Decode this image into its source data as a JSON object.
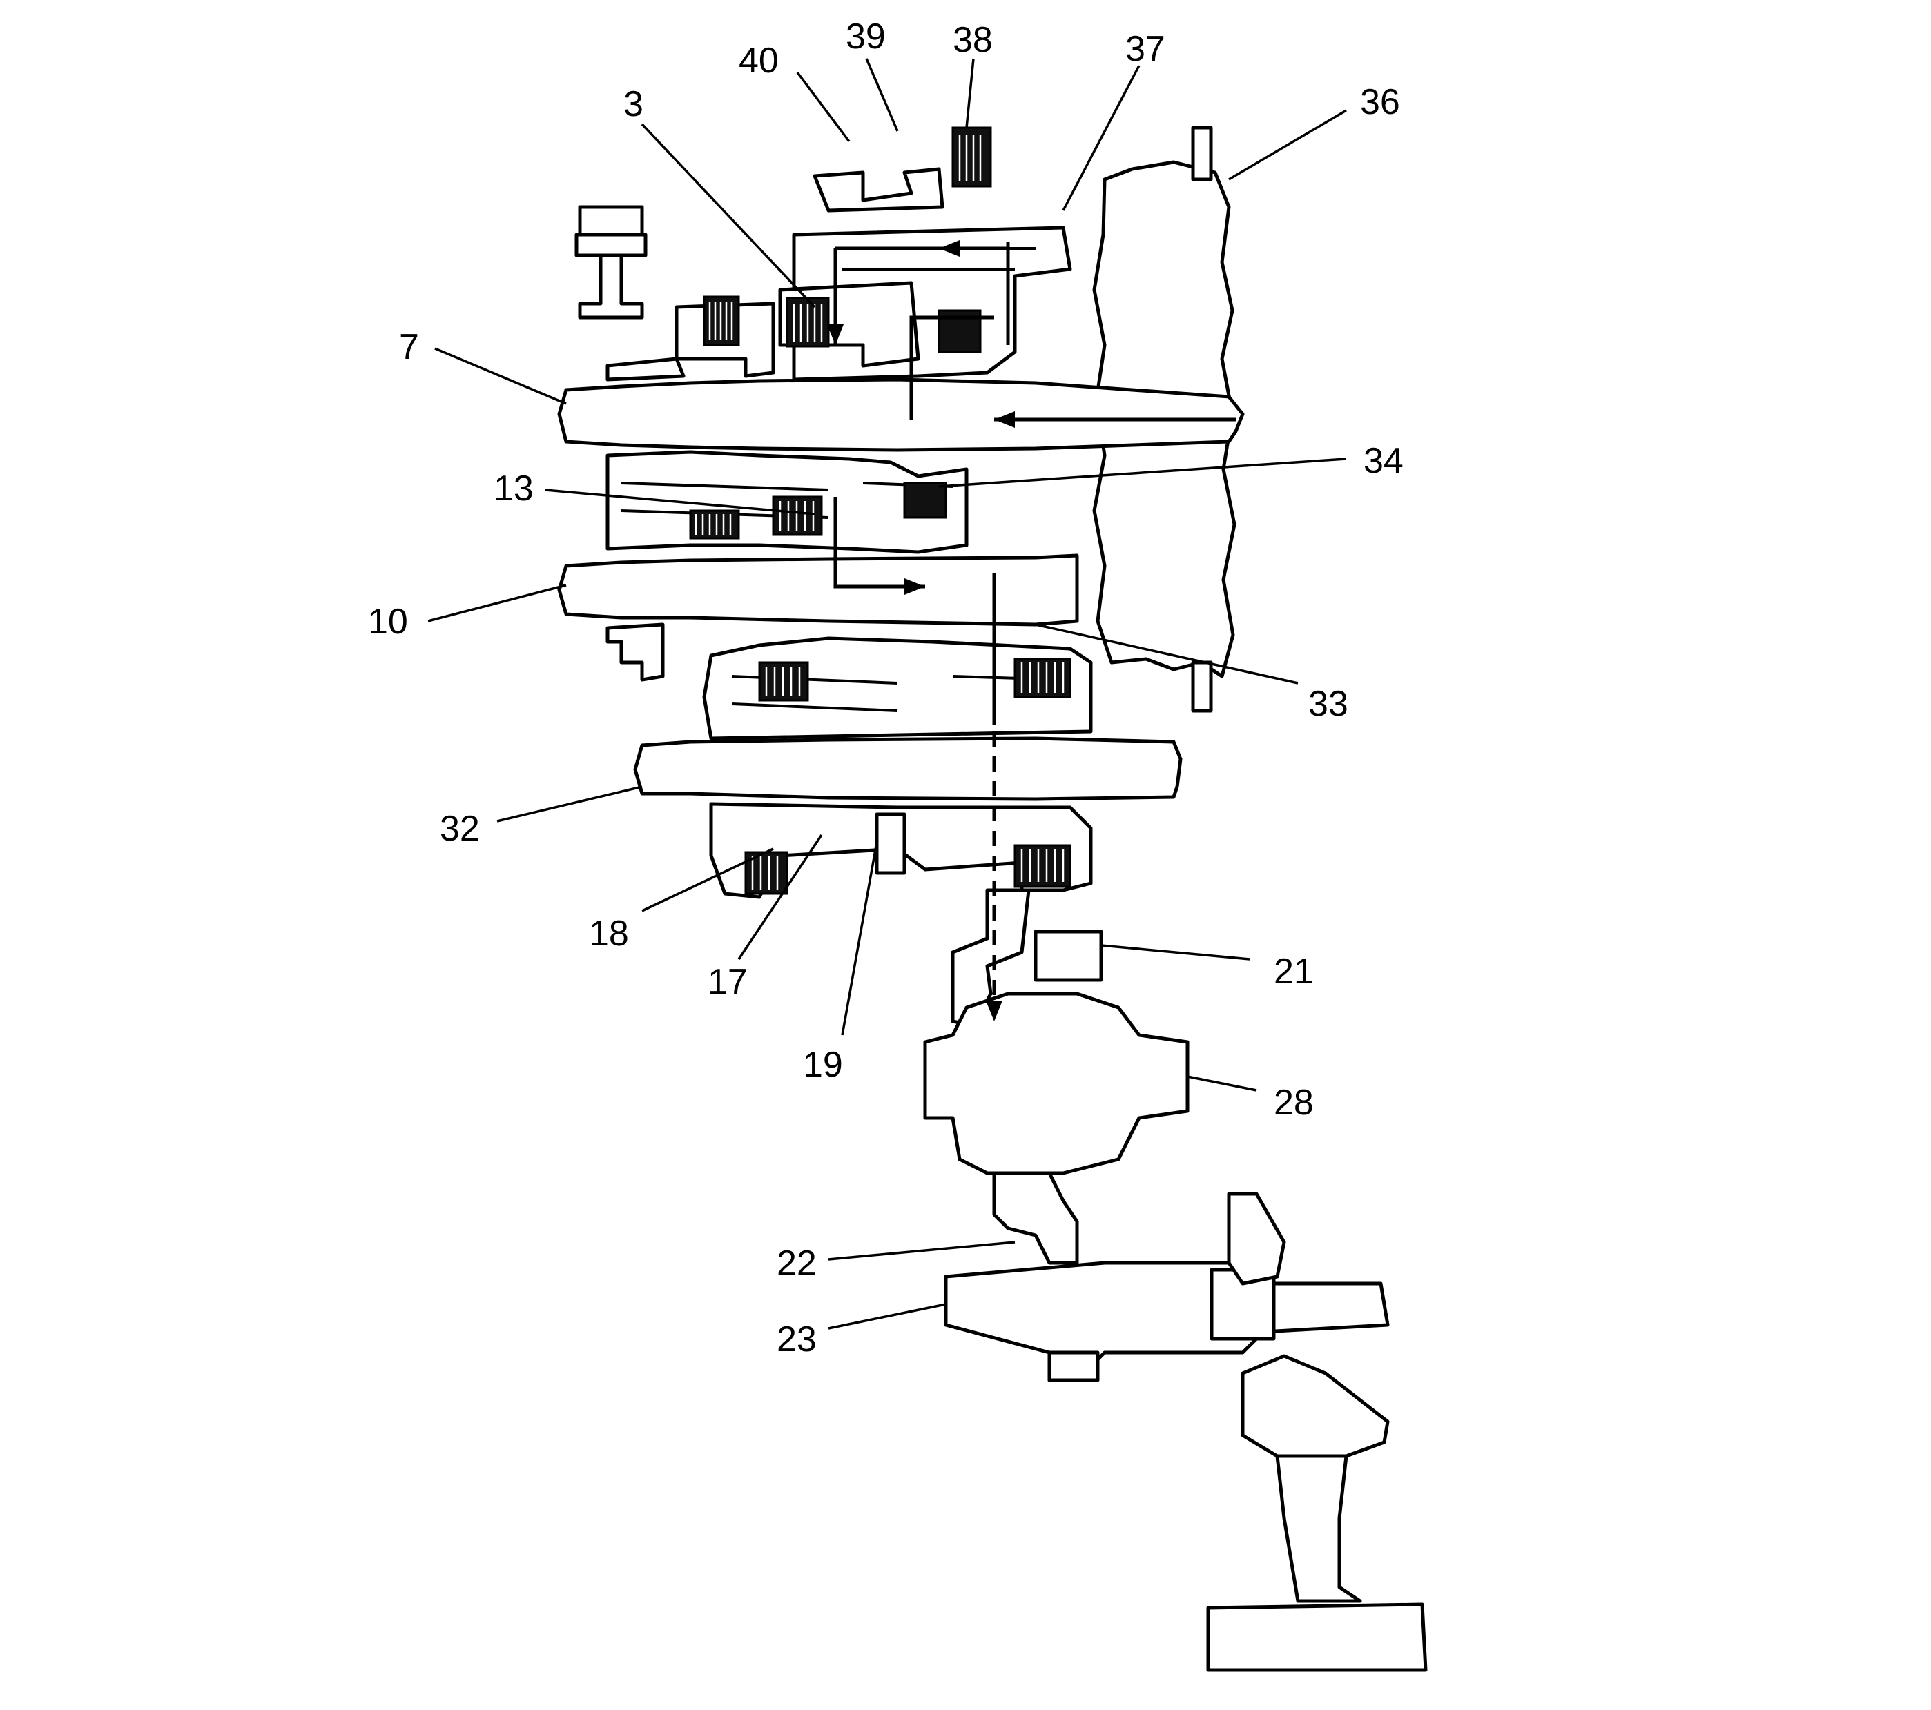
{
  "diagram": {
    "callouts": [
      {
        "id": "c40",
        "text": "40"
      },
      {
        "id": "c39",
        "text": "39"
      },
      {
        "id": "c38",
        "text": "38"
      },
      {
        "id": "c37",
        "text": "37"
      },
      {
        "id": "c36",
        "text": "36"
      },
      {
        "id": "c3",
        "text": "3"
      },
      {
        "id": "c7",
        "text": "7"
      },
      {
        "id": "c34",
        "text": "34"
      },
      {
        "id": "c13",
        "text": "13"
      },
      {
        "id": "c10",
        "text": "10"
      },
      {
        "id": "c33",
        "text": "33"
      },
      {
        "id": "c32",
        "text": "32"
      },
      {
        "id": "c18",
        "text": "18"
      },
      {
        "id": "c17",
        "text": "17"
      },
      {
        "id": "c19",
        "text": "19"
      },
      {
        "id": "c21",
        "text": "21"
      },
      {
        "id": "c28",
        "text": "28"
      },
      {
        "id": "c22",
        "text": "22"
      },
      {
        "id": "c23",
        "text": "23"
      }
    ]
  }
}
